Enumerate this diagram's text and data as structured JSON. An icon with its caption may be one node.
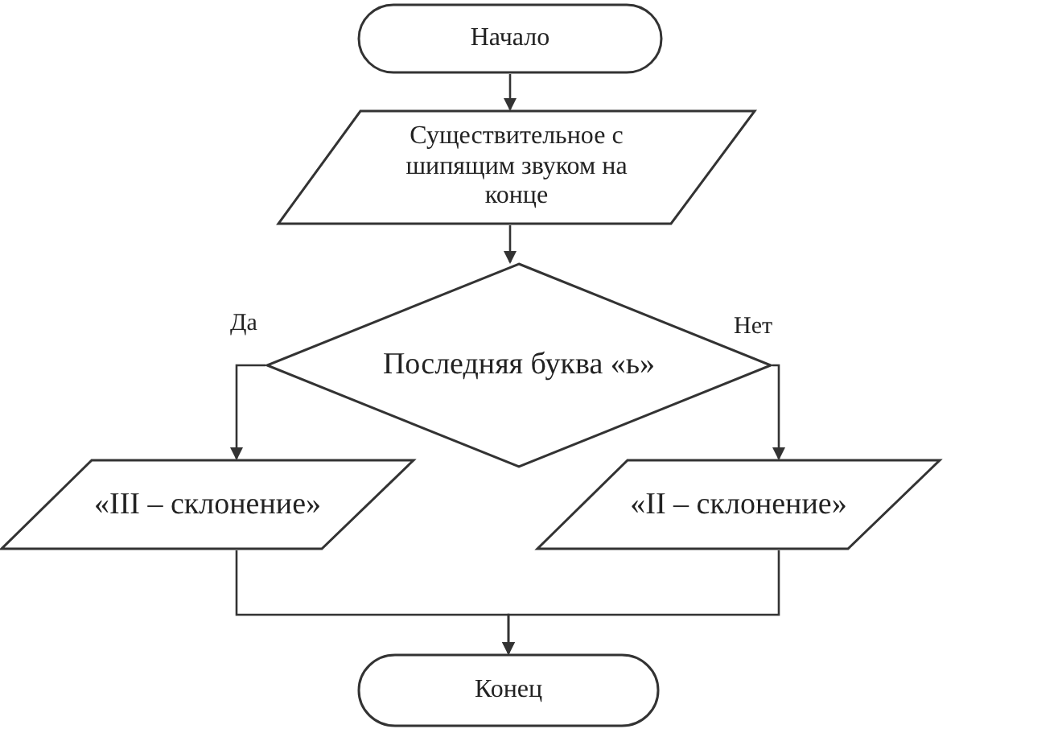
{
  "diagram": {
    "nodes": [
      {
        "text": [
          "Начало"
        ]
      },
      {
        "text": [
          "Существительное с шипящим звуком на конце"
        ]
      },
      {
        "text": [
          "Последняя буква «ь»"
        ]
      },
      {
        "text": [
          "«III – склонение»"
        ]
      },
      {
        "text": [
          "«II – склонение»"
        ]
      },
      {
        "text": [
          "Конец"
        ]
      }
    ],
    "edges": [
      {
        "from": 0,
        "to": 1,
        "arrow": "to"
      },
      {
        "from": 1,
        "to": 2,
        "arrow": "to"
      },
      {
        "from": 2,
        "to": 3,
        "arrow": "to",
        "label": "Да"
      },
      {
        "from": 2,
        "to": 4,
        "arrow": "to",
        "label": "Нет"
      },
      {
        "from": 3,
        "to": 5,
        "arrow": "to"
      },
      {
        "from": 4,
        "to": 5,
        "arrow": "to"
      }
    ]
  }
}
